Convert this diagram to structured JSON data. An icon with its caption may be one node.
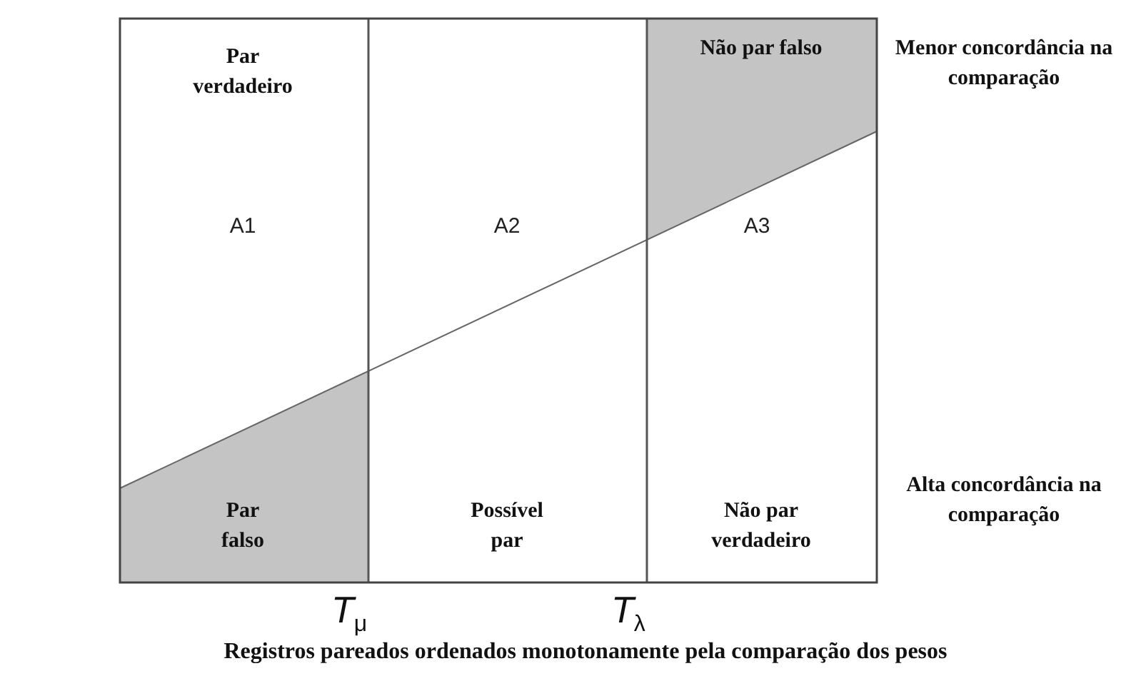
{
  "diagram": {
    "caption": "Registros pareados ordenados monotonamente pela comparação dos pesos",
    "labels": [
      "Par verdadeiro",
      "Não par falso",
      "Menor concordância na comparação",
      "A1",
      "A2",
      "A3",
      "Par falso",
      "Possível par",
      "Não par verdadeiro",
      "Alta concordância na comparação",
      "*T*$_{μ}$",
      "*T*$_{λ}$"
    ]
  }
}
